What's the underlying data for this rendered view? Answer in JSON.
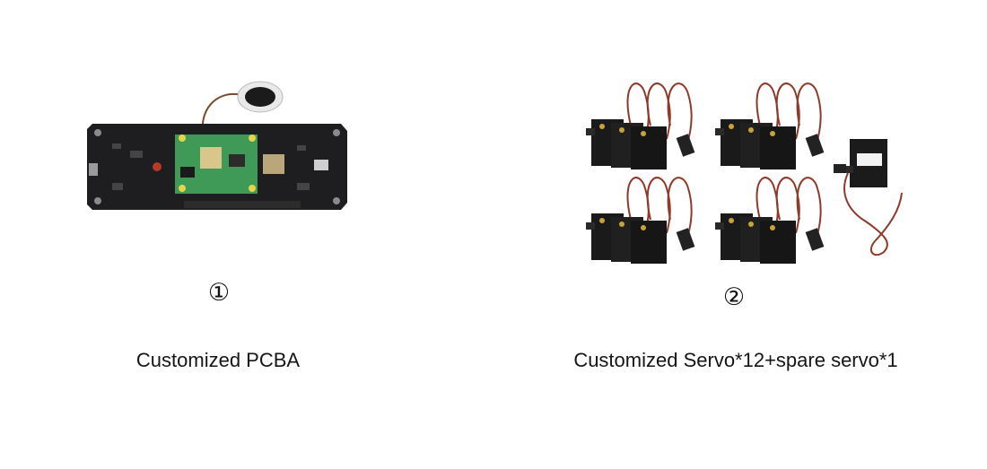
{
  "items": [
    {
      "number": "①",
      "caption": "Customized PCBA",
      "image": "pcb-board-with-speaker"
    },
    {
      "number": "②",
      "caption": "Customized Servo*12+spare servo*1",
      "image": "servo-motors-group"
    }
  ],
  "colors": {
    "background": "#ffffff",
    "pcb": "#1d1d1f",
    "module": "#3f9a57",
    "servo_body": "#1a1a1a",
    "wire_red": "#9b3b2b",
    "wire_brown": "#6b3a22"
  }
}
